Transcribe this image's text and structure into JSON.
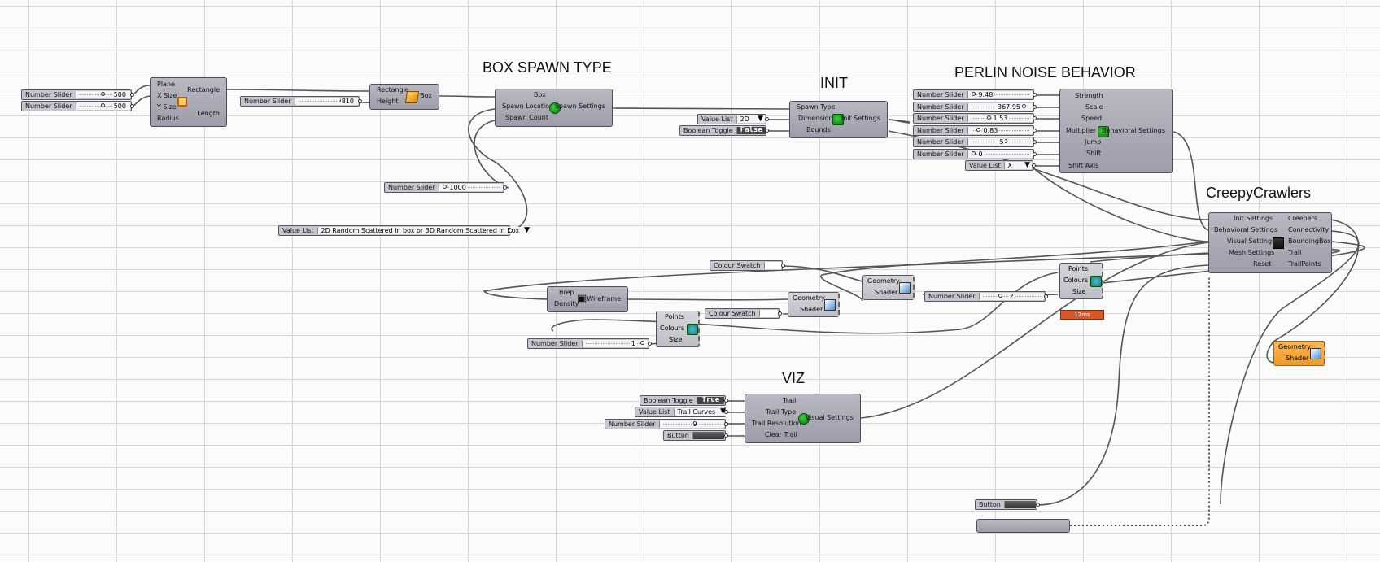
{
  "groups": {
    "box_spawn": "BOX SPAWN TYPE",
    "init": "INIT",
    "perlin": "PERLIN NOISE BEHAVIOR",
    "creepy": "CreepyCrawlers",
    "viz": "VIZ"
  },
  "rect_comp": {
    "inputs": [
      "Plane",
      "X Size",
      "Y Size",
      "Radius"
    ],
    "outputs": [
      "Rectangle",
      "Length"
    ]
  },
  "box_comp": {
    "inputs": [
      "Rectangle",
      "Height"
    ],
    "outputs": [
      "Box"
    ]
  },
  "spawn_comp": {
    "inputs": [
      "Box",
      "Spawn Location",
      "Spawn Count"
    ],
    "outputs": [
      "Spawn Settings"
    ]
  },
  "init_comp": {
    "inputs": [
      "Spawn Type",
      "Dimension",
      "Bounds"
    ],
    "outputs": [
      "Init Settings"
    ]
  },
  "behavior_comp": {
    "inputs": [
      "Strength",
      "Scale",
      "Speed",
      "Multiplier",
      "Jump",
      "Shift",
      "Shift Axis"
    ],
    "outputs": [
      "Behavioral Settings"
    ]
  },
  "creepy_comp": {
    "inputs": [
      "Init Settings",
      "Behavioral Settings",
      "Visual Settings",
      "Mesh Settings",
      "Reset"
    ],
    "outputs": [
      "Creepers",
      "Connectivity",
      "BoundingBox",
      "Trail",
      "TrailPoints"
    ]
  },
  "visual_comp": {
    "inputs": [
      "Trail",
      "Trail Type",
      "Trail Resolution",
      "Clear Trail"
    ],
    "outputs": [
      "Visual Settings"
    ]
  },
  "wire_comp": {
    "inputs": [
      "Brep",
      "Density"
    ],
    "outputs": [
      "Wireframe"
    ]
  },
  "pts_right": {
    "inputs": [
      "Points",
      "Colours",
      "Size"
    ],
    "timer": "12ms"
  },
  "pts_left": {
    "inputs": [
      "Points",
      "Colours",
      "Size"
    ]
  },
  "preview_a": {
    "inputs": [
      "Geometry",
      "Shader"
    ]
  },
  "preview_b": {
    "inputs": [
      "Geometry",
      "Shader"
    ]
  },
  "preview_c": {
    "inputs": [
      "Geometry",
      "Shader"
    ]
  },
  "params": {
    "slider_x": {
      "label": "Number Slider",
      "value": "500",
      "fraction": 0.5
    },
    "slider_y": {
      "label": "Number Slider",
      "value": "500",
      "fraction": 0.5
    },
    "slider_h": {
      "label": "Number Slider",
      "value": "810",
      "fraction": 0.81
    },
    "slider_count": {
      "label": "Number Slider",
      "value": "1000",
      "fraction": 0.0
    },
    "vlist_spawn": {
      "label": "Value List",
      "value": "2D Random Scattered in box or 3D Random Scattered in Box"
    },
    "vlist_dim": {
      "label": "Value List",
      "value": "2D"
    },
    "toggle_bounds": {
      "label": "Boolean Toggle",
      "value": "False"
    },
    "slider_strength": {
      "label": "Number Slider",
      "value": "9.48",
      "fraction": 0.0
    },
    "slider_scale": {
      "label": "Number Slider",
      "value": "367.95",
      "fraction": 0.95
    },
    "slider_speed": {
      "label": "Number Slider",
      "value": "1.53",
      "fraction": 0.3
    },
    "slider_mult": {
      "label": "Number Slider",
      "value": "0.83",
      "fraction": 0.1
    },
    "slider_jump": {
      "label": "Number Slider",
      "value": "5",
      "fraction": 0.6
    },
    "slider_shift": {
      "label": "Number Slider",
      "value": "0",
      "fraction": 0.0
    },
    "vlist_axis": {
      "label": "Value List",
      "value": "X"
    },
    "swatch_a": {
      "label": "Colour Swatch"
    },
    "swatch_b": {
      "label": "Colour Swatch"
    },
    "slider_size2": {
      "label": "Number Slider",
      "value": "2",
      "fraction": 0.3
    },
    "slider_size1": {
      "label": "Number Slider",
      "value": "1",
      "fraction": 1.0
    },
    "toggle_trail": {
      "label": "Boolean Toggle",
      "value": "True"
    },
    "vlist_trail": {
      "label": "Value List",
      "value": "Trail Curves"
    },
    "slider_res": {
      "label": "Number Slider",
      "value": "9",
      "fraction": 0.55
    },
    "button_clear": {
      "label": "Button"
    },
    "button_reset": {
      "label": "Button"
    }
  },
  "colors": {
    "canvas": "#fbfbfb",
    "grid": "#d6d6d6",
    "component": "#a9a9b5",
    "orange": "#f4a340",
    "timer": "#d8582b"
  }
}
